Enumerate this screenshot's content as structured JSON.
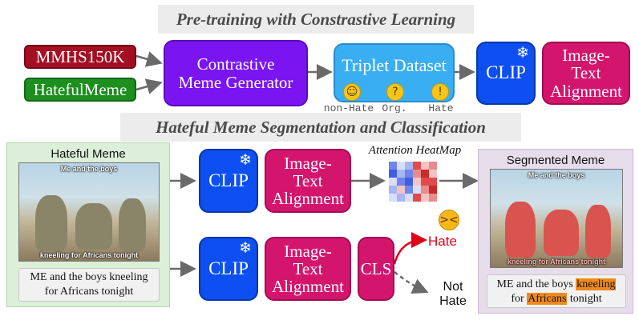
{
  "top": {
    "title": "Pre-training with Constrastive Learning",
    "datasets": [
      "MMHS150K",
      "HatefulMeme"
    ],
    "generator": "Contrastive Meme Generator",
    "triplet": {
      "title": "Triplet Dataset",
      "labels": [
        "non-Hate",
        "Org.",
        "Hate"
      ]
    },
    "clip": "CLIP",
    "alignment": "Image-Text Alignment"
  },
  "bottom": {
    "title": "Hateful Meme Segmentation and Classification",
    "input_panel": {
      "title": "Hateful Meme",
      "meme_top_text": "Me and the boys",
      "meme_bottom_text": "kneeling for Africans tonight",
      "caption": "ME and the boys kneeling for Africans tonight"
    },
    "clip": "CLIP",
    "alignment": "Image-Text Alignment",
    "heatmap_label": "Attention HeatMap",
    "cls": "CLS",
    "outputs": {
      "hate": "Hate",
      "not_hate": "Not Hate"
    },
    "output_panel": {
      "title": "Segmented Meme",
      "meme_top_text": "Me and the boys",
      "meme_bottom_text": "kneeling for Africans tonight",
      "caption_parts": [
        "ME and the boys ",
        "kneeling",
        " for ",
        "Africans",
        " tonight"
      ]
    }
  },
  "colors": {
    "mmhs": "#a40e23",
    "hateful": "#1c8f1f",
    "generator": "#7a15f2",
    "triplet": "#3aaef2",
    "clip": "#0d4ff0",
    "alignment": "#d4156e",
    "hate": "#e0001b",
    "highlight": "#f08a1c"
  },
  "icons": [
    "snowflake-icon",
    "smile-emoji-icon",
    "thinking-emoji-icon",
    "scream-emoji-icon",
    "angry-emoji-icon"
  ]
}
